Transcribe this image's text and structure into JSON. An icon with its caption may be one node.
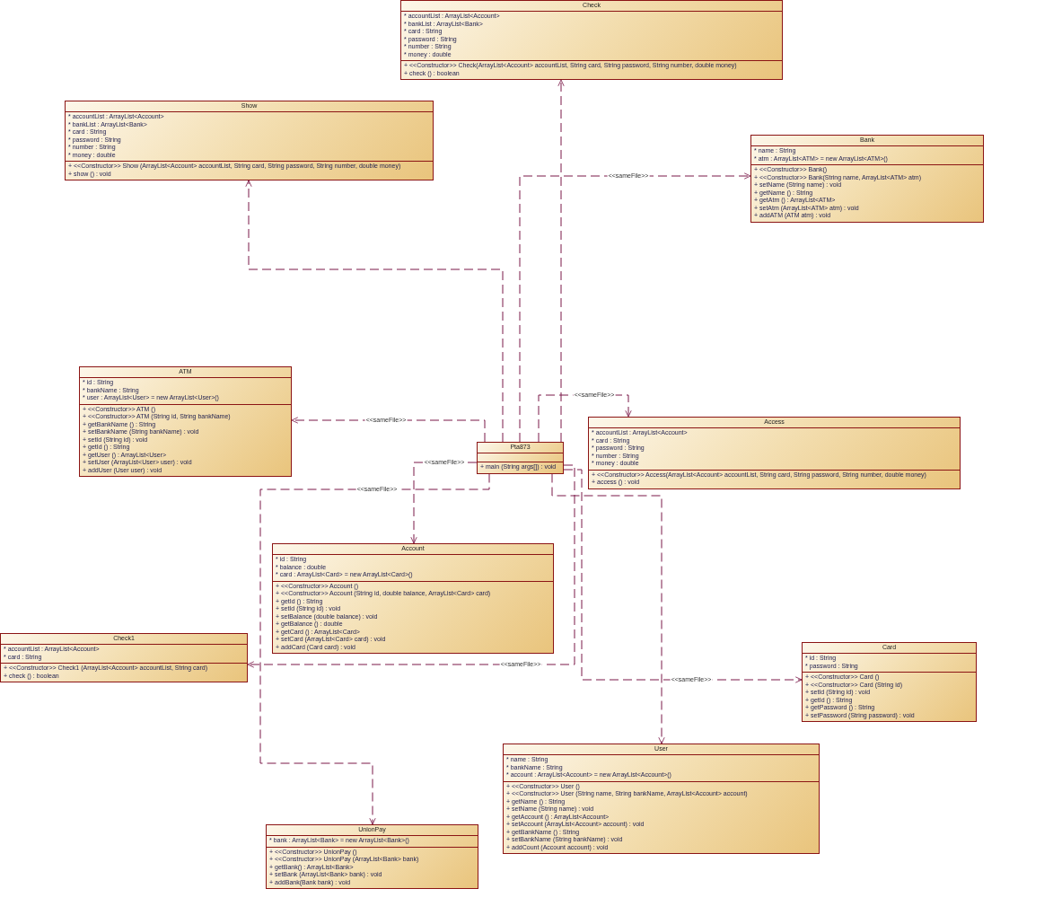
{
  "diagram": {
    "nodes": [
      {
        "text": [
          "Check",
          "* accountList : ArrayList<Account>",
          "* bankList : ArrayList<Bank>",
          "* card : String",
          "* password : String",
          "* number : String",
          "* money : double",
          "+ <<Constructor>> Check(ArrayList<Account> accountList, String card, String password, String number, double money)",
          "+ check () : boolean"
        ]
      },
      {
        "text": [
          "Show",
          "* accountList : ArrayList<Account>",
          "* bankList : ArrayList<Bank>",
          "* card : String",
          "* password : String",
          "* number : String",
          "* money : double",
          "+ <<Constructor>> Show (ArrayList<Account> accountList, String card, String password, String number, double money)",
          "+ show () : void"
        ]
      },
      {
        "text": [
          "Bank",
          "* name : String",
          "* atm : ArrayList<ATM> = new ArrayList<ATM>()",
          "+ <<Constructor>> Bank()",
          "+ <<Constructor>> Bank(String name, ArrayList<ATM> atm)",
          "+ setName (String name) : void",
          "+ getName () : String",
          "+ getAtm () : ArrayList<ATM>",
          "+ setAtm (ArrayList<ATM> atm) : void",
          "+ addATM (ATM atm) : void"
        ]
      },
      {
        "text": [
          "ATM",
          "* id : String",
          "* bankName : String",
          "* user : ArrayList<User> = new ArrayList<User>()",
          "+ <<Constructor>> ATM ()",
          "+ <<Constructor>> ATM (String id, String bankName)",
          "+ getBankName () : String",
          "+ setBankName (String bankName) : void",
          "+ setId (String id) : void",
          "+ getId () : String",
          "+ getUser () : ArrayList<User>",
          "+ setUser (ArrayList<User> user) : void",
          "+ addUser (User user) : void"
        ]
      },
      {
        "text": [
          "Pta873",
          "+ main (String args[]) : void"
        ]
      },
      {
        "text": [
          "Access",
          "* accountList : ArrayList<Account>",
          "* card : String",
          "* password : String",
          "* number : String",
          "* money : double",
          "+ <<Constructor>> Access(ArrayList<Account> accountList, String card, String password, String number, double money)",
          "+ access () : void"
        ]
      },
      {
        "text": [
          "Account",
          "* id : String",
          "* balance : double",
          "* card : ArrayList<Card> = new ArrayList<Card>()",
          "+ <<Constructor>> Account ()",
          "+ <<Constructor>> Account (String id, double balance, ArrayList<Card> card)",
          "+ getId () : String",
          "+ setId (String id) : void",
          "+ setBalance (double balance) : void",
          "+ getBalance () : double",
          "+ getCard () : ArrayList<Card>",
          "+ setCard (ArrayList<Card> card) : void",
          "+ addCard (Card card) : void"
        ]
      },
      {
        "text": [
          "Check1",
          "* accountList : ArrayList<Account>",
          "* card : String",
          "+ <<Constructor>> Check1 (ArrayList<Account> accountList, String card)",
          "+ check () : boolean"
        ]
      },
      {
        "text": [
          "Card",
          "* id : String",
          "* password : String",
          "+ <<Constructor>> Card ()",
          "+ <<Constructor>> Card (String id)",
          "+ setId (String id) : void",
          "+ getId () : String",
          "+ getPassword () : String",
          "+ setPassword (String password) : void"
        ]
      },
      {
        "text": [
          "User",
          "* name : String",
          "* bankName : String",
          "* account : ArrayList<Account> = new ArrayList<Account>()",
          "+ <<Constructor>> User ()",
          "+ <<Constructor>> User (String name, String bankName, ArrayList<Account> account)",
          "+ getName () : String",
          "+ setName (String name) : void",
          "+ getAccount () : ArrayList<Account>",
          "+ setAccount (ArrayList<Account> account) : void",
          "+ getBankName () : String",
          "+ setBankName (String bankName) : void",
          "+ addCount (Account account) : void"
        ]
      },
      {
        "text": [
          "UnionPay",
          "* bank : ArrayList<Bank> = new ArrayList<Bank>()",
          "+ <<Constructor>> UnionPay ()",
          "+ <<Constructor>> UnionPay (ArrayList<Bank> bank)",
          "+ getBank() : ArrayList<Bank>",
          "+ setBank (ArrayList<Bank> bank) : void",
          "+ addBank(Bank bank) : void"
        ]
      }
    ],
    "edges": [
      {
        "from": 4,
        "to": 0,
        "arrow": "to"
      },
      {
        "from": 4,
        "to": 1,
        "arrow": "to"
      },
      {
        "from": 4,
        "to": 2,
        "arrow": "to",
        "label": "<<sameFile>>"
      },
      {
        "from": 4,
        "to": 3,
        "arrow": "to",
        "label": "<<sameFile>>"
      },
      {
        "from": 4,
        "to": 5,
        "arrow": "to",
        "label": "<<sameFile>>"
      },
      {
        "from": 4,
        "to": 6,
        "arrow": "to",
        "label": "<<sameFile>>"
      },
      {
        "from": 4,
        "to": 10,
        "arrow": "to",
        "label": "<<sameFile>>"
      },
      {
        "from": 4,
        "to": 7,
        "arrow": "to",
        "label": "<<sameFile>>"
      },
      {
        "from": 4,
        "to": 8,
        "arrow": "to",
        "label": "<<sameFile>>"
      },
      {
        "from": 4,
        "to": 9,
        "arrow": "to"
      }
    ]
  }
}
